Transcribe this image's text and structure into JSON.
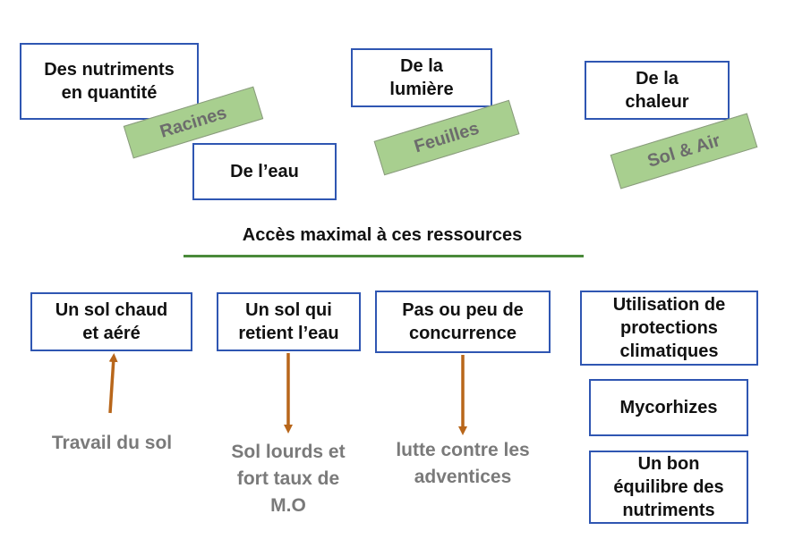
{
  "resources": {
    "nutrients": "Des nutriments\nen quantité",
    "water": "De l’eau",
    "light": "De la\nlumière",
    "heat": "De la\nchaleur"
  },
  "organs": {
    "roots": "Racines",
    "leaves": "Feuilles",
    "soil_air": "Sol & Air"
  },
  "heading": "Accès maximal à ces ressources",
  "conditions": {
    "warm_soil": "Un sol chaud\net aéré",
    "water_retention": "Un sol qui\nretient l’eau",
    "no_competition": "Pas ou peu de\nconcurrence",
    "climate_protection": "Utilisation de\nprotections\nclimatiques",
    "mycorrhizae": "Mycorhizes",
    "nutrient_balance": "Un bon\néquilibre des\nnutriments"
  },
  "factors": {
    "tillage": "Travail du sol",
    "heavy_soil": "Sol lourds et\nfort taux de\nM.O",
    "weed_control": "lutte contre les\nadventices"
  },
  "colors": {
    "box_border": "#2f56b2",
    "tag_fill": "#a8cf8f",
    "tag_text": "#6c6c6c",
    "rule": "#4a8a3a",
    "arrow": "#b8661a",
    "factor_text": "#7a7a7a"
  }
}
